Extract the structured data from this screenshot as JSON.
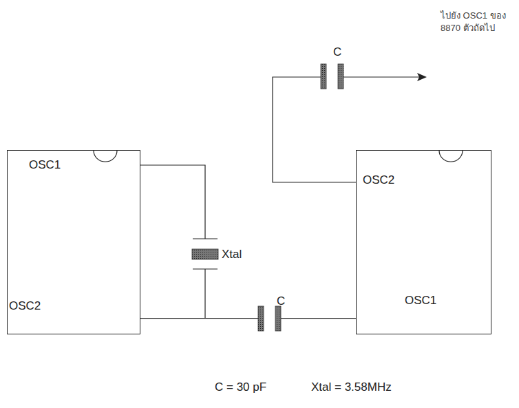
{
  "diagram": {
    "nodes": [
      {
        "text": [
          "OSC1",
          "OSC2"
        ]
      },
      {
        "text": [
          "OSC2",
          "OSC1"
        ]
      }
    ],
    "edges": [
      {
        "from": 0,
        "to": 1,
        "arrow": "none"
      }
    ],
    "labels": [
      "C",
      "ไปยัง OSC1 ของ 8870 ตัวถัดไป",
      "Xtal",
      "C",
      "C = 30 pF",
      "Xtal = 3.58MHz"
    ]
  }
}
